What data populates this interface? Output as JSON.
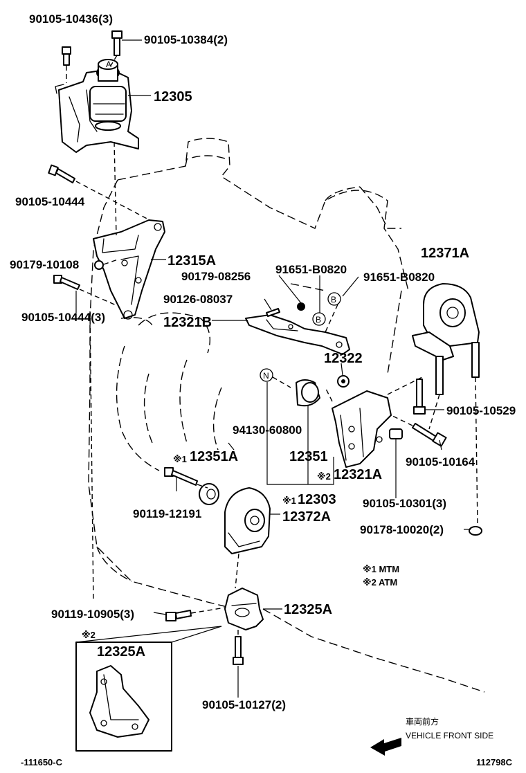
{
  "parts": {
    "p_90105_10436": "90105-10436(3)",
    "p_90105_10384": "90105-10384(2)",
    "p_12305": "12305",
    "p_90105_10444_a": "90105-10444",
    "p_90179_10108": "90179-10108",
    "p_12315A": "12315A",
    "p_90105_10444_b": "90105-10444(3)",
    "p_90179_08256": "90179-08256",
    "p_91651_B0820_a": "91651-B0820",
    "p_91651_B0820_b": "91651-B0820",
    "p_12371A": "12371A",
    "p_90126_08037": "90126-08037",
    "p_12321B": "12321B",
    "p_12322": "12322",
    "p_94130_60800": "94130-60800",
    "p_90105_10529": "90105-10529",
    "p_12351A": "12351A",
    "p_12351": "12351",
    "p_90105_10164": "90105-10164",
    "p_12321A": "12321A",
    "p_90119_12191": "90119-12191",
    "p_12303": "12303",
    "p_90105_10301": "90105-10301(3)",
    "p_12372A": "12372A",
    "p_90178_10020": "90178-10020(2)",
    "p_12325A": "12325A",
    "p_90119_10905": "90119-10905(3)",
    "p_12325A_inset": "12325A",
    "p_90105_10127": "90105-10127(2)"
  },
  "marks": {
    "note1": "※1",
    "note2": "※2",
    "circle_b": "B",
    "circle_n": "N"
  },
  "legend": {
    "mtm": "※1 MTM",
    "atm": "※2 ATM"
  },
  "direction": {
    "jp": "車両前方",
    "en": "VEHICLE FRONT SIDE"
  },
  "footer": {
    "left_code": "-111650-C",
    "right_code": "112798C"
  }
}
